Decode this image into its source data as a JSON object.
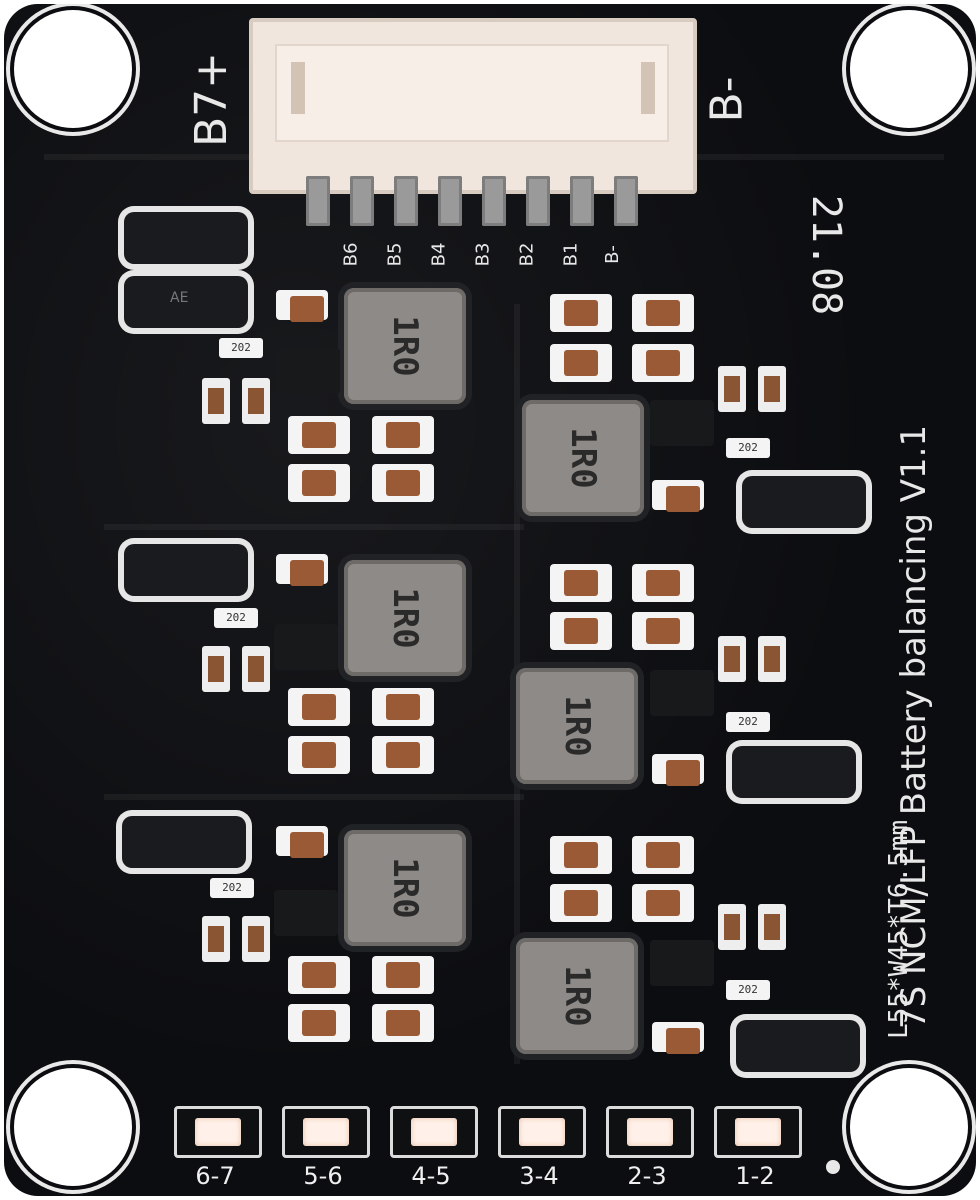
{
  "board": {
    "connector_plus_label": "B7+",
    "connector_minus_label": "B-",
    "pin_labels": [
      "B6",
      "B5",
      "B4",
      "B3",
      "B2",
      "B1",
      "B-"
    ],
    "version_text": "21.08",
    "title_text": "7S NCM/LFP Battery balancing V1.1",
    "dimensions_text": "L55*W45*T6.5mm",
    "inductor_marking": "1R0",
    "resistor_marking": "202",
    "led_labels": [
      "6-7",
      "5-6",
      "4-5",
      "3-4",
      "2-3",
      "1-2"
    ],
    "small_marking": "AE"
  }
}
